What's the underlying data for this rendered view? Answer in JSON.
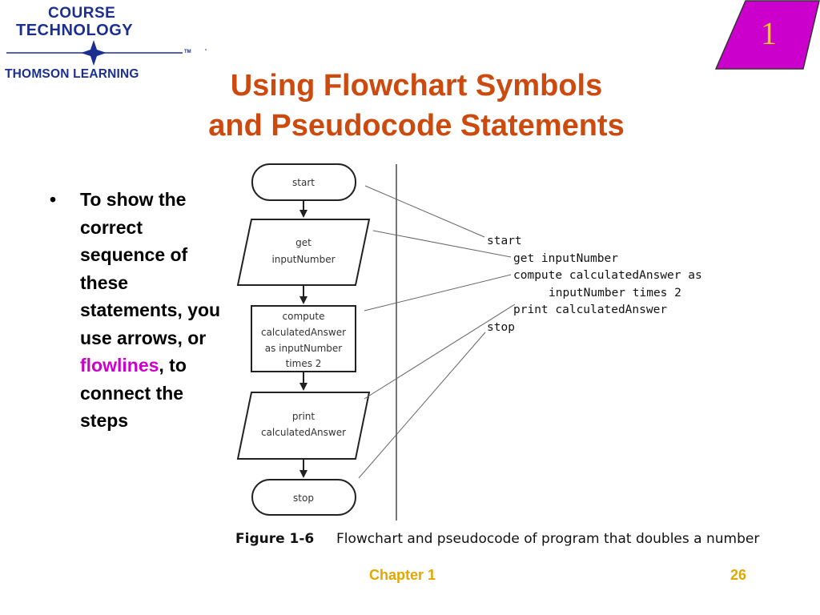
{
  "logo": {
    "line1": "COURSE",
    "line2": "TECHNOLOGY",
    "line3": "THOMSON LEARNING",
    "tm": "TM"
  },
  "badge": {
    "number": "1"
  },
  "title": {
    "line1": "Using Flowchart Symbols",
    "line2": "and Pseudocode Statements"
  },
  "bullet": {
    "marker": "•",
    "text_before": "To show the correct sequence of these statements, you use arrows, or ",
    "term": "flowlines",
    "text_after": ", to connect the steps"
  },
  "flowchart": {
    "start": "start",
    "input_line1": "get",
    "input_line2": "inputNumber",
    "process_line1": "compute",
    "process_line2": "calculatedAnswer",
    "process_line3": "as inputNumber",
    "process_line4": "times 2",
    "output_line1": "print",
    "output_line2": "calculatedAnswer",
    "stop": "stop"
  },
  "pseudocode": [
    "start",
    "get inputNumber",
    "compute calculatedAnswer as",
    "inputNumber times 2",
    "print calculatedAnswer",
    "stop"
  ],
  "figure": {
    "number": "Figure 1-6",
    "caption": "Flowchart and pseudocode of program that doubles a number"
  },
  "footer": {
    "chapter": "Chapter 1",
    "page": "26"
  },
  "colors": {
    "title": "#cc4a0e",
    "term": "#cc00cc",
    "footer": "#e0a800",
    "badge_fill": "#cc00cc",
    "badge_number": "#f2d600",
    "logo": "#1a2f8f"
  }
}
